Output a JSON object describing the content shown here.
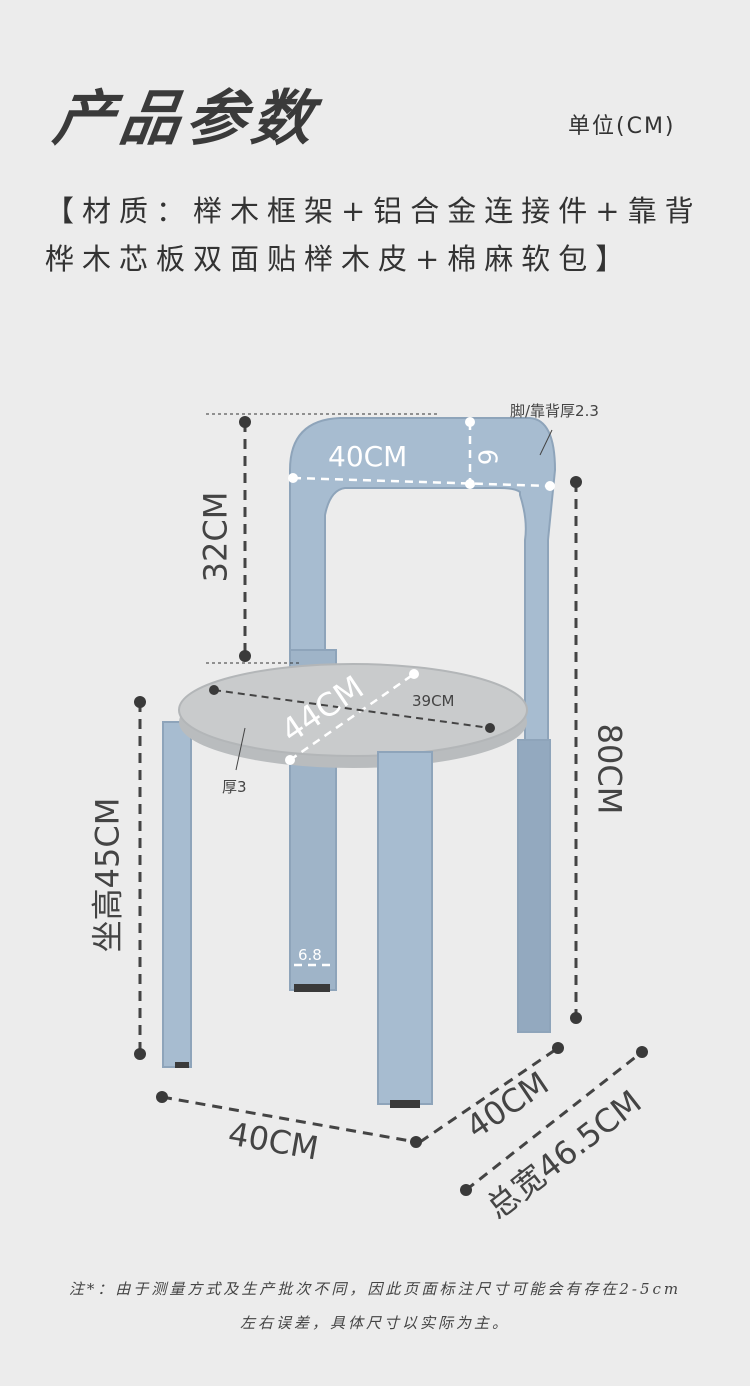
{
  "header": {
    "title": "产品参数",
    "unit": "单位(CM)"
  },
  "material": {
    "line1": "【材质：榉木框架+铝合金连接件+靠背",
    "line2": "桦木芯板双面贴榉木皮+棉麻软包】"
  },
  "dimensions": {
    "back_width": "40CM",
    "back_thickness": "6",
    "leg_back_thickness": "脚/靠背厚2.3",
    "back_height": "32CM",
    "seat_diagonal": "44CM",
    "seat_depth": "39CM",
    "seat_thickness": "厚3",
    "total_height": "80CM",
    "seat_height": "坐高45CM",
    "leg_width": "6.8",
    "base_width": "40CM",
    "base_depth": "40CM",
    "total_width": "总宽46.5CM"
  },
  "colors": {
    "chair": "#a7bcd0",
    "chair_dark": "#8ea4ba",
    "seat": "#c9cbcc",
    "background": "#ececec",
    "dim_line": "#444444"
  },
  "footer": {
    "line1": "注*：由于测量方式及生产批次不同，因此页面标注尺寸可能会有存在2-5cm",
    "line2": "左右误差，具体尺寸以实际为主。"
  }
}
